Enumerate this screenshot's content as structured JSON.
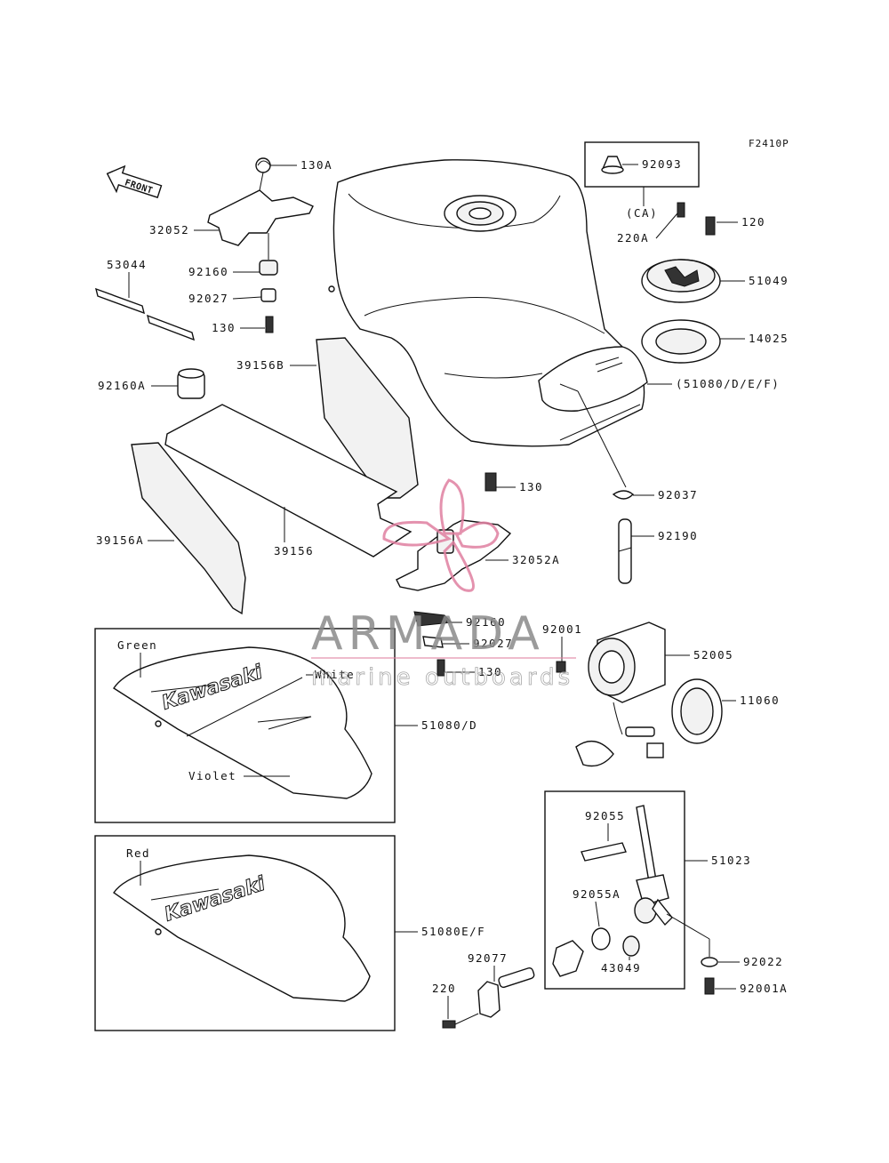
{
  "figure_code": "F2410P",
  "front_label": "FRONT",
  "watermark": {
    "brand": "ARMADA",
    "tagline": "marine outboards",
    "accent": "#e07fa0"
  },
  "colors": {
    "line": "#111111",
    "watermark_gray": "#8a8a8a",
    "watermark_pink": "#e07fa0"
  },
  "callouts": {
    "c130A": "130A",
    "c32052": "32052",
    "c53044": "53044",
    "c92160": "92160",
    "c92027": "92027",
    "c130": "130",
    "c39156B": "39156B",
    "c92160A": "92160A",
    "c39156A": "39156A",
    "c39156": "39156",
    "c130b": "130",
    "c32052A": "32052A",
    "c92160b": "92160",
    "c92027b": "92027",
    "c130c": "130",
    "c92093": "92093",
    "cCA": "(CA)",
    "c220A": "220A",
    "c120": "120",
    "c51049": "51049",
    "c14025": "14025",
    "c51080DEF": "(51080/D/E/F)",
    "c92037": "92037",
    "c92190": "92190",
    "c92001": "92001",
    "c52005": "52005",
    "c11060": "11060",
    "c51080D": "51080/D",
    "c51080EF": "51080E/F",
    "c92055": "92055",
    "c51023": "51023",
    "c92055A": "92055A",
    "c43049": "43049",
    "c92077": "92077",
    "c92022": "92022",
    "c220": "220",
    "c92001A": "92001A"
  },
  "color_notes": {
    "green": "Green",
    "white": "White",
    "violet": "Violet",
    "red": "Red"
  },
  "logo_text": "Kawasaki"
}
